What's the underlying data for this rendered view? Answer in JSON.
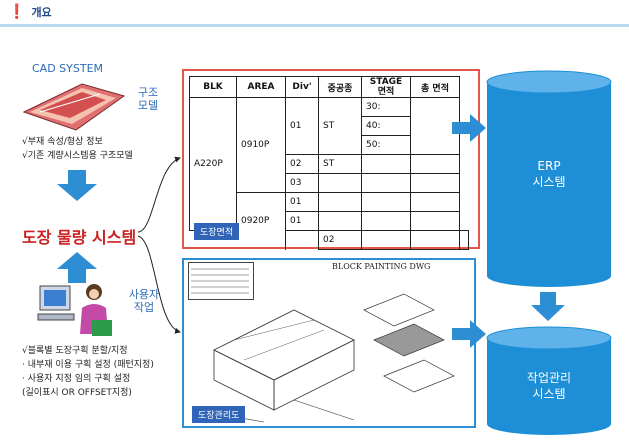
{
  "header": {
    "icon": "exclamation-icon",
    "title": "개요"
  },
  "cad": {
    "system_label": "CAD SYSTEM",
    "model_label_line1": "구조",
    "model_label_line2": "모델"
  },
  "cad_notes": [
    "부재 속성/형상 정보",
    "기존 계량시스템용 구조모델"
  ],
  "central": {
    "title": "도장 물량 시스템"
  },
  "user": {
    "label_line1": "사용자",
    "label_line2": "작업"
  },
  "user_notes": [
    "블록별 도장구획 분할/지정",
    "· 내부재 이용 구획 설정 (패턴지정)",
    "· 사용자 지정 임의 구획 설정",
    "(길이표시 OR OFFSET지정)"
  ],
  "table": {
    "headers": [
      "BLK",
      "AREA",
      "Div'",
      "중공종",
      "STAGE 면적",
      "총 면적"
    ],
    "blk": "A220P",
    "areas": [
      "0910P",
      "0920P"
    ],
    "divs": [
      "01",
      "02",
      "03",
      "01",
      "01",
      "02"
    ],
    "mid": [
      "ST",
      "ST"
    ],
    "stage": [
      "30:",
      "40:",
      "50:"
    ],
    "tag": "도장면적"
  },
  "drawing": {
    "title": "BLOCK  PAINTING  DWG",
    "tag": "도장관리도"
  },
  "erp": {
    "line1": "ERP",
    "line2": "시스템"
  },
  "work": {
    "line1": "작업관리",
    "line2": "시스템"
  },
  "colors": {
    "cylinder": "#1e8fd6",
    "arrow": "#2e8ed3",
    "red": "#cc1f1f",
    "tag": "#2f64b8"
  }
}
